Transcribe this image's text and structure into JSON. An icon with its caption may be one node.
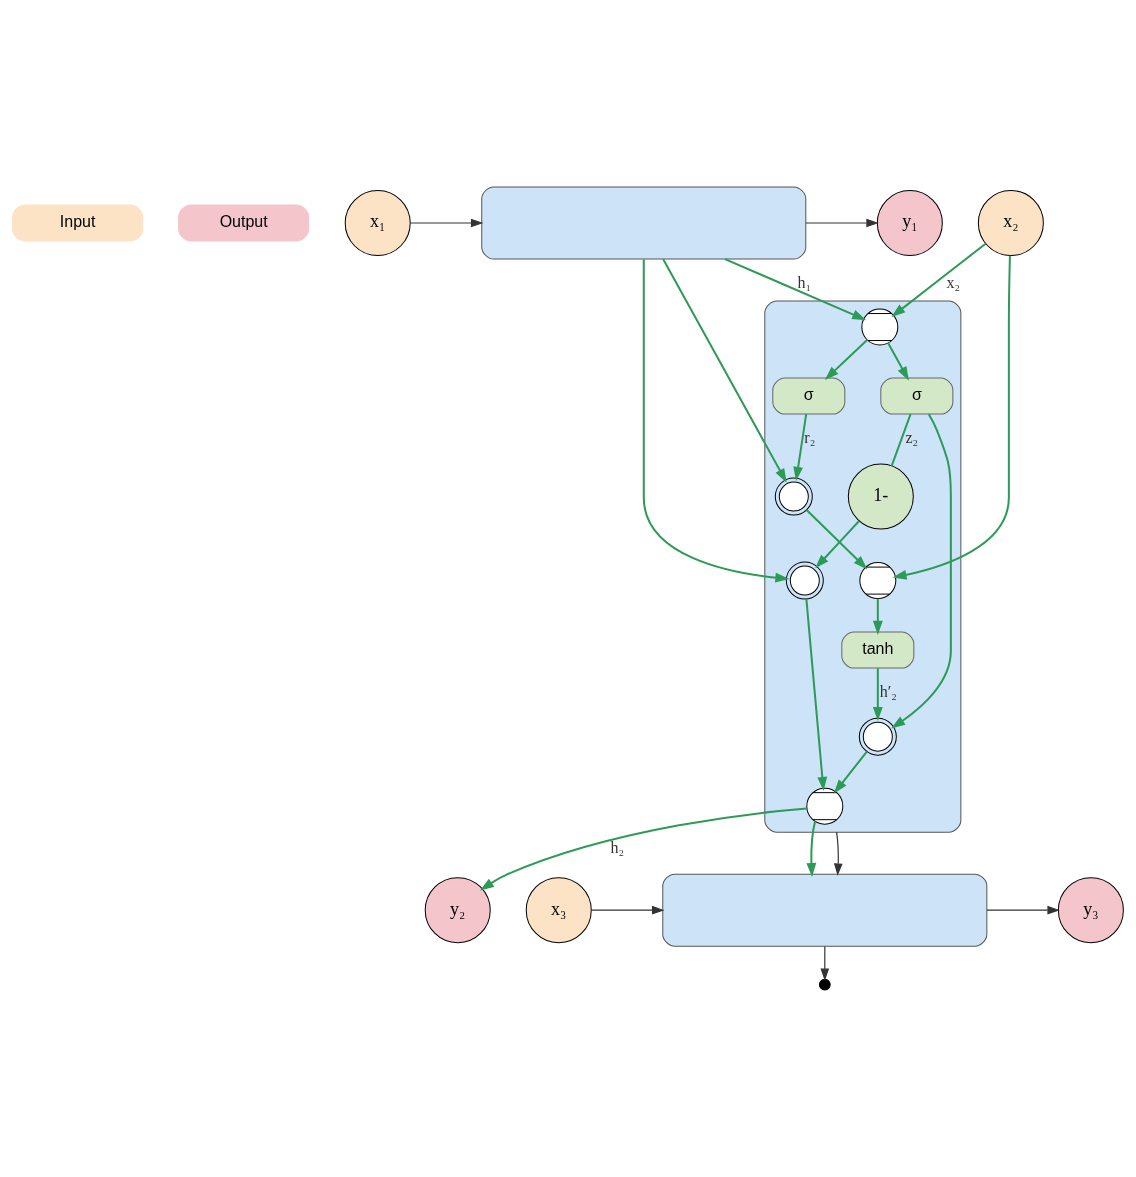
{
  "diagram": {
    "nodes": [
      {
        "text": [
          "Input"
        ]
      },
      {
        "text": [
          "Output"
        ]
      },
      {
        "text": [
          "x₁"
        ]
      },
      {
        "text": [],
        "shape": "box"
      },
      {
        "text": [
          "y₁"
        ]
      },
      {
        "text": [
          "x₂"
        ]
      },
      {
        "text": [],
        "shape": "box"
      },
      {
        "text": [],
        "shape": "plus",
        "in": 6
      },
      {
        "text": [
          "σ"
        ],
        "in": 6
      },
      {
        "text": [],
        "shape": "cross",
        "in": 6
      },
      {
        "text": [
          "σ"
        ],
        "in": 6
      },
      {
        "text": [
          "1-"
        ],
        "in": 6
      },
      {
        "text": [],
        "shape": "cross",
        "in": 6
      },
      {
        "text": [],
        "shape": "plus",
        "in": 6
      },
      {
        "text": [
          "tanh"
        ],
        "in": 6
      },
      {
        "text": [],
        "shape": "cross",
        "in": 6
      },
      {
        "text": [],
        "shape": "plus",
        "in": 6
      },
      {
        "text": [
          "y₂"
        ]
      },
      {
        "text": [
          "x₃"
        ]
      },
      {
        "text": [],
        "shape": "box"
      },
      {
        "text": [
          "y₃"
        ]
      },
      {
        "text": [],
        "shape": "dots"
      }
    ],
    "edges": [
      {
        "from": 2,
        "to": 3,
        "arrow": "to",
        "color": "#333333"
      },
      {
        "from": 3,
        "to": 4,
        "arrow": "to",
        "color": "#333333"
      },
      {
        "from": 3,
        "to": 7,
        "arrow": "to",
        "label": "h₁"
      },
      {
        "from": 3,
        "to": 9,
        "arrow": "to"
      },
      {
        "from": 3,
        "to": 12,
        "arrow": "to"
      },
      {
        "from": 5,
        "to": 7,
        "arrow": "to",
        "label": "x₂"
      },
      {
        "from": 5,
        "to": 13,
        "arrow": "to"
      },
      {
        "from": 7,
        "to": 8,
        "arrow": "to"
      },
      {
        "from": 7,
        "to": 10,
        "arrow": "to"
      },
      {
        "from": 8,
        "to": 9,
        "arrow": "to",
        "label": "r₂"
      },
      {
        "from": 10,
        "to": 11,
        "arrow": "none",
        "label": "z₂"
      },
      {
        "from": 10,
        "to": 15,
        "arrow": "to"
      },
      {
        "from": 11,
        "to": 12,
        "arrow": "to"
      },
      {
        "from": 9,
        "to": 13,
        "arrow": "to"
      },
      {
        "from": 13,
        "to": 14,
        "arrow": "to"
      },
      {
        "from": 14,
        "to": 15,
        "arrow": "to",
        "label": "h′₂"
      },
      {
        "from": 15,
        "to": 16,
        "arrow": "to"
      },
      {
        "from": 12,
        "to": 16,
        "arrow": "to"
      },
      {
        "from": 16,
        "to": 17,
        "arrow": "to",
        "label": "h₂"
      },
      {
        "from": 16,
        "to": 19,
        "arrow": "to"
      },
      {
        "from": 6,
        "to": 19,
        "arrow": "to",
        "color": "#333333"
      },
      {
        "from": 18,
        "to": 19,
        "arrow": "to",
        "color": "#333333"
      },
      {
        "from": 19,
        "to": 20,
        "arrow": "to",
        "color": "#333333"
      },
      {
        "from": 19,
        "to": 21,
        "arrow": "to",
        "color": "#333333"
      }
    ]
  }
}
